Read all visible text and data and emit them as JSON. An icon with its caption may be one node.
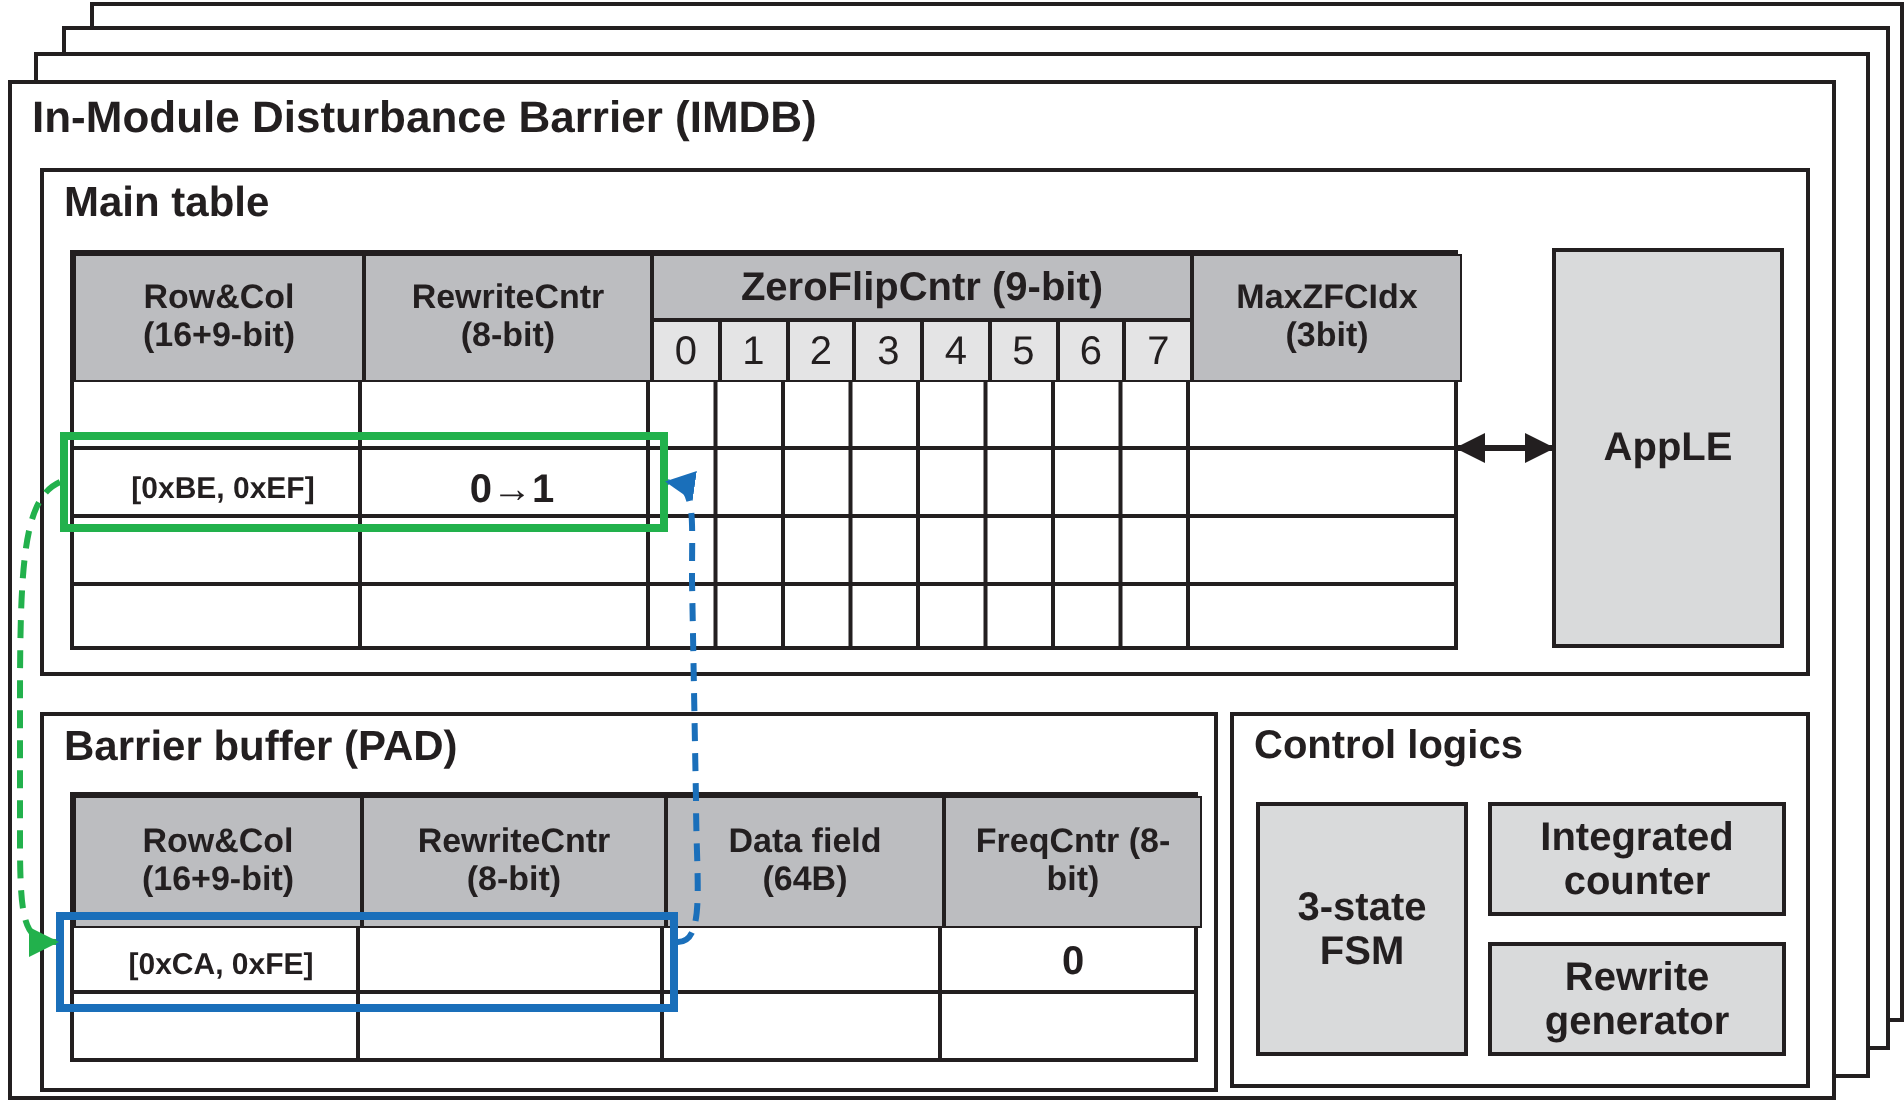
{
  "diagram": {
    "nodes": [
      {
        "text": [
          "In-Module Disturbance Barrier (IMDB)"
        ]
      },
      {
        "text": [
          "Main table"
        ],
        "in": 0
      },
      {
        "text": [],
        "shape": "box",
        "in": 1
      },
      {
        "text": [
          "[0xBE, 0xEF]",
          "0→1"
        ],
        "in": 2
      },
      {
        "text": [
          "AppLE"
        ],
        "in": 1
      },
      {
        "text": [
          "Barrier buffer (PAD)"
        ],
        "in": 0
      },
      {
        "text": [],
        "shape": "box",
        "in": 5
      },
      {
        "text": [
          "[0xCA, 0xFE]"
        ],
        "in": 6
      },
      {
        "text": [
          "Control logics"
        ],
        "in": 0
      },
      {
        "text": [
          "3-state FSM"
        ],
        "in": 8
      },
      {
        "text": [
          "Integrated counter"
        ],
        "in": 8
      },
      {
        "text": [
          "Rewrite generator"
        ],
        "in": 8
      }
    ],
    "edges": [
      {
        "from": 2,
        "to": 4,
        "arrow": "both"
      },
      {
        "from": 3,
        "to": 7,
        "arrow": "to",
        "style": "dashed",
        "color": "#22b14c"
      },
      {
        "from": 7,
        "to": 3,
        "arrow": "to",
        "style": "dashed",
        "color": "#1a6fba"
      }
    ],
    "labels": [
      "Row&Col (16+9-bit)",
      "RewriteCntr (8-bit)",
      "ZeroFlipCntr (9-bit)",
      "0",
      "1",
      "2",
      "3",
      "4",
      "5",
      "6",
      "7",
      "MaxZFCIdx (3bit)",
      "Row&Col (16+9-bit)",
      "RewriteCntr (8-bit)",
      "Data field (64B)",
      "FreqCntr (8-bit)",
      "0"
    ]
  }
}
